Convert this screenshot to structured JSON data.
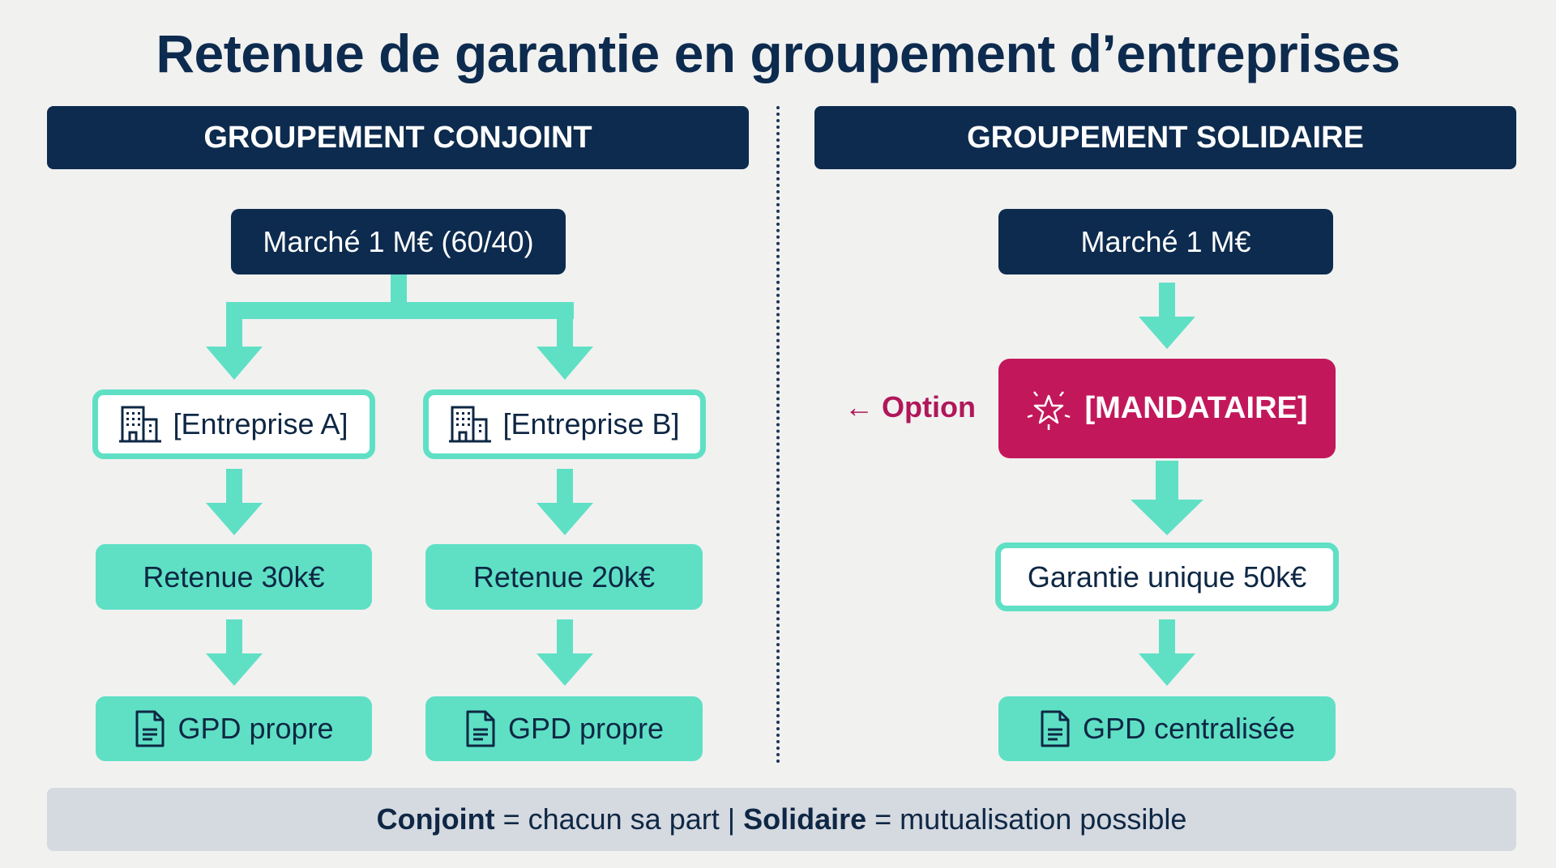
{
  "title": "Retenue de garantie en groupement d’entreprises",
  "left": {
    "header": "GROUPEMENT CONJOINT",
    "market": "Marché 1 M€ (60/40)",
    "companies": [
      {
        "name": "[Entreprise A]",
        "retention": "Retenue 30k€",
        "gpd": "GPD propre"
      },
      {
        "name": "[Entreprise B]",
        "retention": "Retenue 20k€",
        "gpd": "GPD propre"
      }
    ]
  },
  "right": {
    "header": "GROUPEMENT SOLIDAIRE",
    "market": "Marché 1 M€",
    "option": "← Option",
    "mandataire": "[MANDATAIRE]",
    "guarantee": "Garantie unique 50k€",
    "gpd": "GPD centralisée"
  },
  "footer": {
    "term1": "Conjoint",
    "desc1": "= chacun sa part |",
    "term2": "Solidaire",
    "desc2": "= mutualisation possible"
  },
  "colors": {
    "navy": "#0d2b4e",
    "teal": "#5fe0c5",
    "magenta": "#c2185b",
    "background": "#f1f1f0"
  }
}
